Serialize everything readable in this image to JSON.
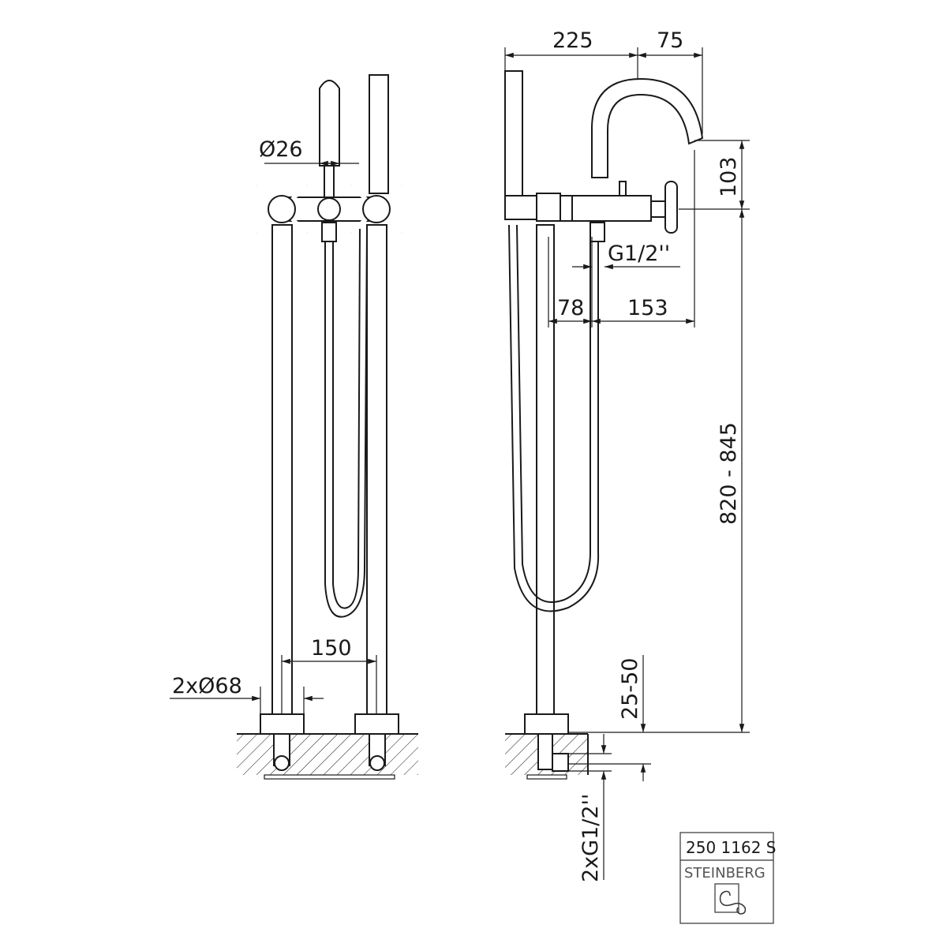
{
  "drawing": {
    "front_view": {
      "dim_shower_diameter": "Ø26",
      "dim_spacing": "150",
      "dim_base_diameter": "2xØ68"
    },
    "side_view": {
      "dim_reach": "225",
      "dim_spout": "75",
      "dim_spout_height": "103",
      "dim_connection": "G1/2''",
      "dim_hose_offset": "78",
      "dim_handle_offset": "153",
      "dim_height": "820 - 845",
      "dim_floor_depth": "25-50",
      "dim_supply": "2xG1/2''"
    },
    "title_block": {
      "article_number": "250 1162 S",
      "brand": "STEINBERG"
    }
  }
}
